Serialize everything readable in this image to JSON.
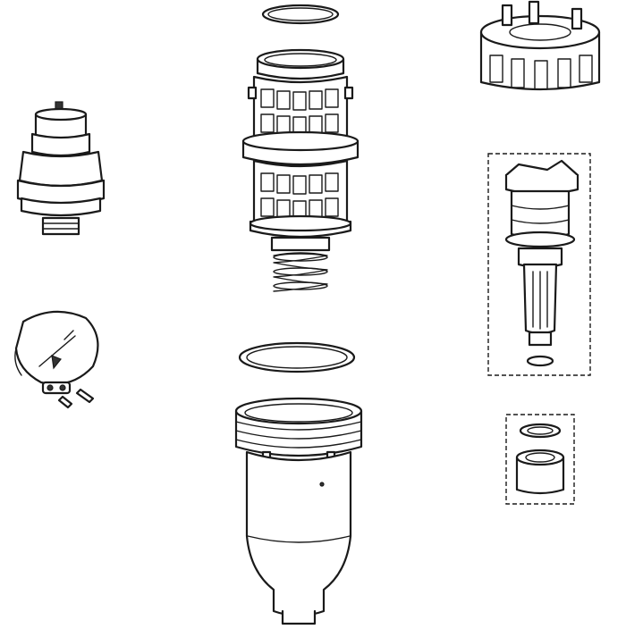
{
  "figure": {
    "style": "exploded technical line drawing",
    "colors": {
      "line": "#1a1a1a",
      "background": "#ffffff",
      "shade": "#d9d9d9"
    },
    "parts": [
      {
        "id": "top-o-ring",
        "icon": "o-ring-icon"
      },
      {
        "id": "filter-screen",
        "icon": "mesh-cartridge-icon"
      },
      {
        "id": "spring",
        "icon": "spring-icon"
      },
      {
        "id": "bowl-o-ring",
        "icon": "o-ring-icon"
      },
      {
        "id": "filter-bowl",
        "icon": "bowl-icon"
      },
      {
        "id": "pressure-gauge",
        "icon": "gauge-icon"
      },
      {
        "id": "dial-cap-with-screws",
        "icon": "dial-icon"
      },
      {
        "id": "head-crown",
        "icon": "crown-icon"
      },
      {
        "id": "valve-insert-kit",
        "icon": "valve-stem-icon"
      },
      {
        "id": "seal-bushing-kit",
        "icon": "bushing-icon"
      }
    ]
  }
}
